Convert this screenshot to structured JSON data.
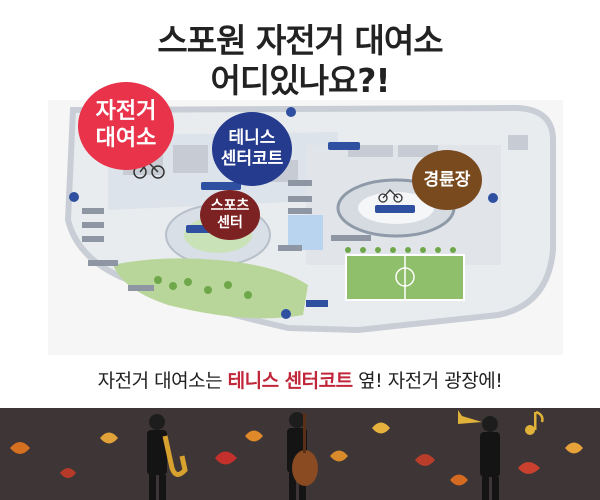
{
  "title": {
    "line1": "스포원 자전거 대여소",
    "line2": "어디있나요?!"
  },
  "bubbles": {
    "rental": [
      "자전거",
      "대여소"
    ],
    "tennis": [
      "테니스",
      "센터코트"
    ],
    "sports": [
      "스포츠",
      "센터"
    ],
    "velodrome": "경륜장"
  },
  "caption": {
    "before": "자전거 대여소는 ",
    "highlight": "테니스 센터코트",
    "after": " 옆! 자전거 광장에!"
  },
  "colors": {
    "rental_bubble": "#e8334a",
    "tennis_bubble": "#243b8e",
    "sports_bubble": "#7d2222",
    "velodrome_bubble": "#7a4a1f",
    "highlight": "#c0273a",
    "footer_bg": "#3e3636"
  },
  "icons": [
    "parking-icon",
    "bicycle-icon",
    "cyclist-icon",
    "saxophone-player-icon",
    "double-bass-player-icon",
    "trumpet-player-icon",
    "music-note-icon",
    "autumn-leaf-icon"
  ]
}
